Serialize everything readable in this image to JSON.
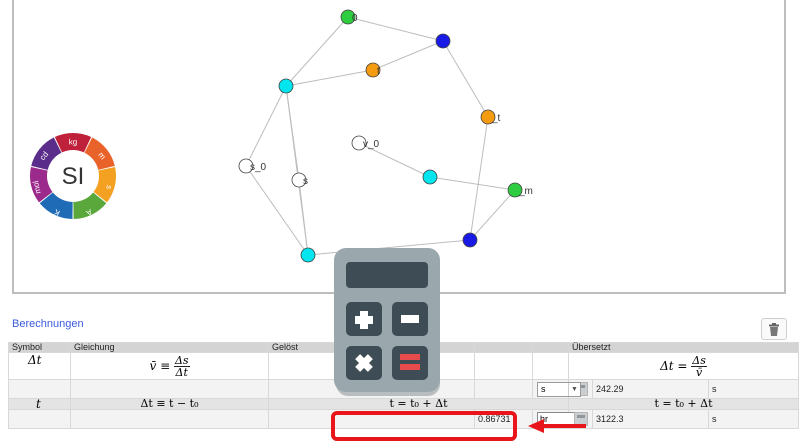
{
  "graph": {
    "nodes": [
      {
        "id": "n0",
        "label": "0",
        "color": "#2ecc40"
      },
      {
        "id": "n1",
        "label": "",
        "color": "#1a1ae6"
      },
      {
        "id": "n2",
        "label": "t",
        "color": "#f39c12"
      },
      {
        "id": "n3",
        "label": "",
        "color": "#00e5ee"
      },
      {
        "id": "n4",
        "label": "_t",
        "color": "#f39c12"
      },
      {
        "id": "n5",
        "label": "v_0",
        "color": "#ffffff"
      },
      {
        "id": "n6",
        "label": "s_0",
        "color": "#ffffff"
      },
      {
        "id": "n7",
        "label": "s",
        "color": "#ffffff"
      },
      {
        "id": "n8",
        "label": "",
        "color": "#00e5ee"
      },
      {
        "id": "n9",
        "label": "_m",
        "color": "#2ecc40"
      },
      {
        "id": "n10",
        "label": "",
        "color": "#1a1ae6"
      },
      {
        "id": "n11",
        "label": "",
        "color": "#00e5ee"
      }
    ]
  },
  "si_logo": {
    "center_text": "SI",
    "segments": [
      {
        "label": "kg",
        "color": "#c0213a"
      },
      {
        "label": "m",
        "color": "#e8622a"
      },
      {
        "label": "s",
        "color": "#f4a021"
      },
      {
        "label": "A",
        "color": "#5aa83c"
      },
      {
        "label": "K",
        "color": "#1f6bb5"
      },
      {
        "label": "mol",
        "color": "#9b2a8c"
      },
      {
        "label": "cd",
        "color": "#5a2d8a"
      }
    ]
  },
  "section": {
    "title": "Berechnungen"
  },
  "table": {
    "headers": {
      "symbol": "Symbol",
      "equation": "Gleichung",
      "solved": "Gelöst",
      "translated": "Übersetzt"
    },
    "rows": [
      {
        "symbol": "Δt",
        "equation": "v̄ ≡ Δs / Δt",
        "translated": "Δt = Δs / v̄",
        "value": "242.29",
        "unit_selected": "s",
        "result_unit": "s"
      },
      {
        "symbol": "t",
        "equation": "Δt ≡ t − t₀",
        "solved": "t = t₀ + Δt",
        "translated": "t = t₀ + Δt",
        "input_value": "0.86731",
        "unit_input": "hr",
        "value": "3122.3",
        "result_unit": "s"
      }
    ]
  },
  "colors": {
    "highlight": "#e8151b",
    "header_bg": "#d4d4d4",
    "link": "#3b5bdb"
  }
}
